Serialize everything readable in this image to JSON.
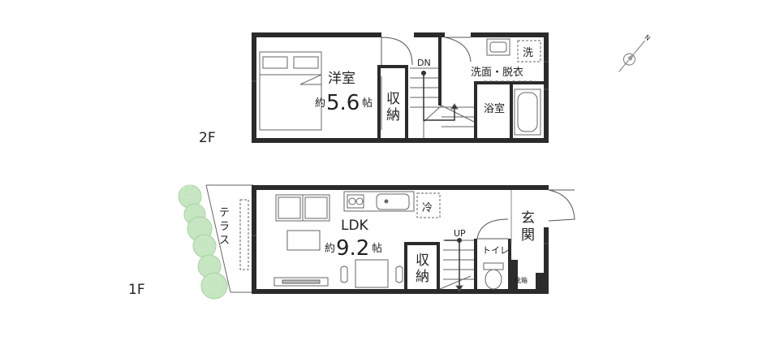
{
  "floors": {
    "second": {
      "floor_label": "2F",
      "bedroom": {
        "name": "洋室",
        "area_prefix": "約",
        "area_value": "5.6",
        "area_unit": "帖"
      },
      "closet": "収納",
      "stair_label": "DN",
      "washroom": "洗面・脱衣",
      "bath": "浴室",
      "washer": "洗"
    },
    "first": {
      "floor_label": "1F",
      "ldk": {
        "name": "LDK",
        "area_prefix": "約",
        "area_value": "9.2",
        "area_unit": "帖"
      },
      "terrace": "テラス",
      "closet": "収納",
      "stair_label": "UP",
      "toilet": "トイレ",
      "entrance": "玄関",
      "shoe_box": "靴箱",
      "fridge": "冷"
    }
  },
  "compass": {
    "north_label": "N"
  },
  "colors": {
    "wall": "#2b2b2b",
    "line": "#555555",
    "tree": "#c6e6c2",
    "tree_outline": "#a8d0a4"
  }
}
